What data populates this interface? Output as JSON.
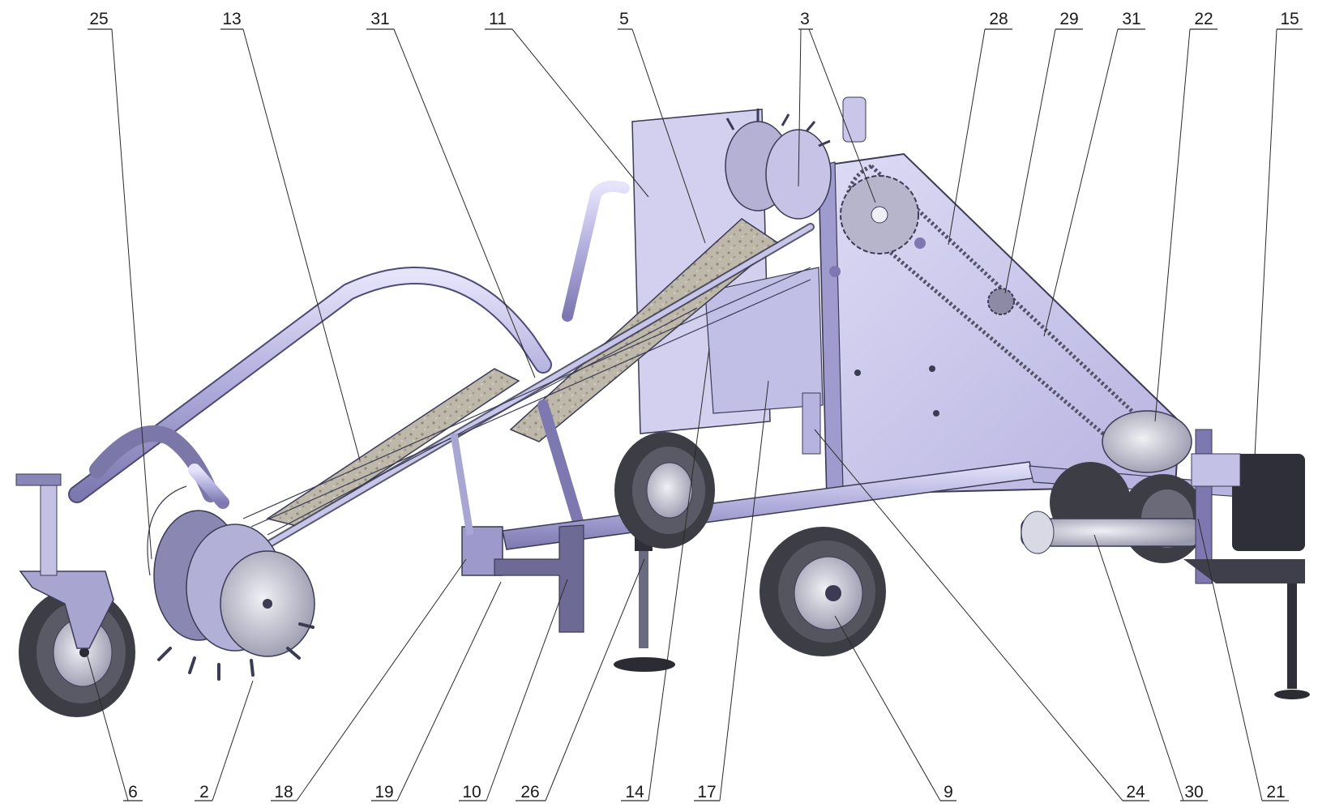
{
  "figure": {
    "colors": {
      "frame": "#c9c6ea",
      "frame_dark": "#a8a4d6",
      "outline": "#3b3b55",
      "belt": "#b8b2a4",
      "tire": "#3d3d45",
      "rim": "#d6d6e2",
      "callout_text": "#1a1a1a"
    },
    "callouts_top": [
      {
        "id": "c25t",
        "label": "25"
      },
      {
        "id": "c13t",
        "label": "13"
      },
      {
        "id": "c31t",
        "label": "31"
      },
      {
        "id": "c11t",
        "label": "11"
      },
      {
        "id": "c5t",
        "label": "5"
      },
      {
        "id": "c3t",
        "label": "3"
      },
      {
        "id": "c28t",
        "label": "28"
      },
      {
        "id": "c29t",
        "label": "29"
      },
      {
        "id": "c31bt",
        "label": "31"
      },
      {
        "id": "c22t",
        "label": "22"
      },
      {
        "id": "c15t",
        "label": "15"
      }
    ],
    "callouts_bottom": [
      {
        "id": "c6b",
        "label": "6"
      },
      {
        "id": "c2b",
        "label": "2"
      },
      {
        "id": "c18b",
        "label": "18"
      },
      {
        "id": "c19b",
        "label": "19"
      },
      {
        "id": "c10b",
        "label": "10"
      },
      {
        "id": "c26b",
        "label": "26"
      },
      {
        "id": "c14b",
        "label": "14"
      },
      {
        "id": "c17b",
        "label": "17"
      },
      {
        "id": "c9b",
        "label": "9"
      },
      {
        "id": "c24b",
        "label": "24"
      },
      {
        "id": "c30b",
        "label": "30"
      },
      {
        "id": "c21b",
        "label": "21"
      }
    ]
  }
}
